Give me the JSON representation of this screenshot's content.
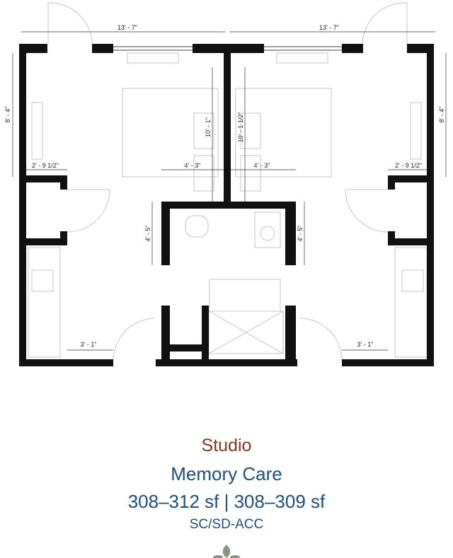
{
  "plan": {
    "dimensions": {
      "top_left_width": "13' - 7\"",
      "top_right_width": "13' - 7\"",
      "left_height": "8' - 4\"",
      "right_height": "8' - 4\"",
      "left_center_length": "10' - 1\"",
      "right_center_length": "10' - 1 1/2\"",
      "left_closet": "2' - 9 1/2\"",
      "right_closet": "2' - 9 1/2\"",
      "left_bath_offset": "4' - 3\"",
      "right_bath_offset": "4' - 3\"",
      "left_bath_depth": "4' - 5\"",
      "right_bath_depth": "4' - 5\"",
      "left_door": "3' - 1\"",
      "right_door": "3' - 1\""
    },
    "colors": {
      "wall": "#111111",
      "fixture": "#bbbbbb",
      "dimension": "#333333"
    }
  },
  "caption": {
    "unit_type": "Studio",
    "care_level": "Memory Care",
    "area": "308–312 sf | 308–309 sf",
    "code": "SC/SD-ACC"
  },
  "colors": {
    "unit_type": "#7a3a1e",
    "text": "#1d4e7d",
    "logo": "#8a9580"
  }
}
